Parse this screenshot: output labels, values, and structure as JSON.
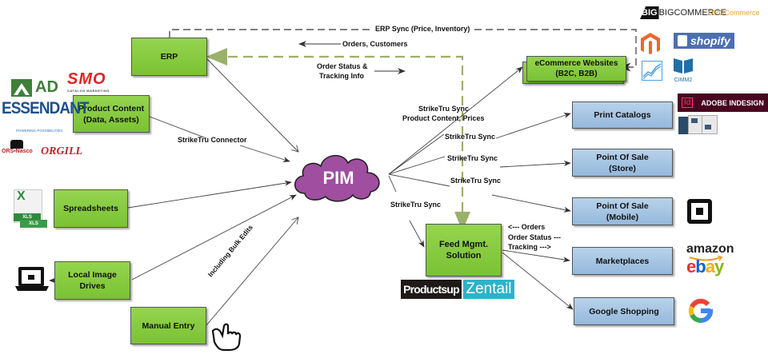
{
  "hub": {
    "label": "PIM",
    "color": "#a04ea0"
  },
  "sources": [
    {
      "id": "erp",
      "label": "ERP"
    },
    {
      "id": "product-content",
      "label": "Product Content (Data, Assets)",
      "line1": "Product Content",
      "line2": "(Data, Assets)"
    },
    {
      "id": "spreadsheets",
      "label": "Spreadsheets"
    },
    {
      "id": "local-image-drives",
      "label": "Local Image Drives",
      "line1": "Local Image",
      "line2": "Drives"
    },
    {
      "id": "manual-entry",
      "label": "Manual Entry"
    }
  ],
  "channels": [
    {
      "id": "ecommerce",
      "line1": "eCommerce Websites",
      "line2": "(B2C, B2B)"
    },
    {
      "id": "print-catalogs",
      "line1": "Print Catalogs"
    },
    {
      "id": "pos-store",
      "line1": "Point Of Sale",
      "line2": "(Store)"
    },
    {
      "id": "pos-mobile",
      "line1": "Point Of Sale",
      "line2": "(Mobile)"
    },
    {
      "id": "marketplaces",
      "line1": "Marketplaces"
    },
    {
      "id": "google-shopping",
      "line1": "Google Shopping"
    }
  ],
  "feed": {
    "line1": "Feed Mgmt.",
    "line2": "Solution"
  },
  "edge_labels": {
    "erp_sync": "ERP Sync (Price, Inventory)",
    "orders_customers": "Orders, Customers",
    "order_status_1": "Order Status &",
    "order_status_2": "Tracking Info",
    "connector": "StrikeTru Connector",
    "sync_ecom_1": "StrikeTru Sync",
    "sync_ecom_2": "Product Content, Prices",
    "sync_print": "StrikeTru Sync",
    "sync_store": "StrikeTru Sync",
    "sync_mobile": "StrikeTru Sync",
    "sync_feed": "StrikeTru Sync",
    "bulk_edits": "Including Bulk Edits",
    "feed_orders": "<--- Orders",
    "feed_status": "Order Status ---",
    "feed_tracking": "Tracking --->"
  },
  "logos": {
    "ad": "AD",
    "smo": "SMO",
    "smo_sub": "CATALOG MARKETING",
    "essendant": "ESSENDANT",
    "essendant_sub": "POWERING POSSIBILITIES",
    "orsnasco": "ORS▪Nasco",
    "orgill": "ORGILL",
    "xls": "XLS",
    "bigcommerce": "BIGCOMMERCE",
    "orocommerce": "OROCommerce",
    "shopify": "shopify",
    "cimm2": "CIMM2",
    "indesign_icon": "Id",
    "indesign": "ADOBE INDESIGN",
    "amazon": "amazon",
    "ebay_e": "e",
    "ebay_b": "b",
    "ebay_a": "a",
    "ebay_y": "y",
    "google": "G",
    "productsup": "Productsup",
    "zentail": "Zentail"
  },
  "colors": {
    "source_green": "#8dce45",
    "channel_blue": "#a6c5e4",
    "pim_purple": "#a04ea0",
    "erp_dashed_green": "#9bb06a"
  }
}
